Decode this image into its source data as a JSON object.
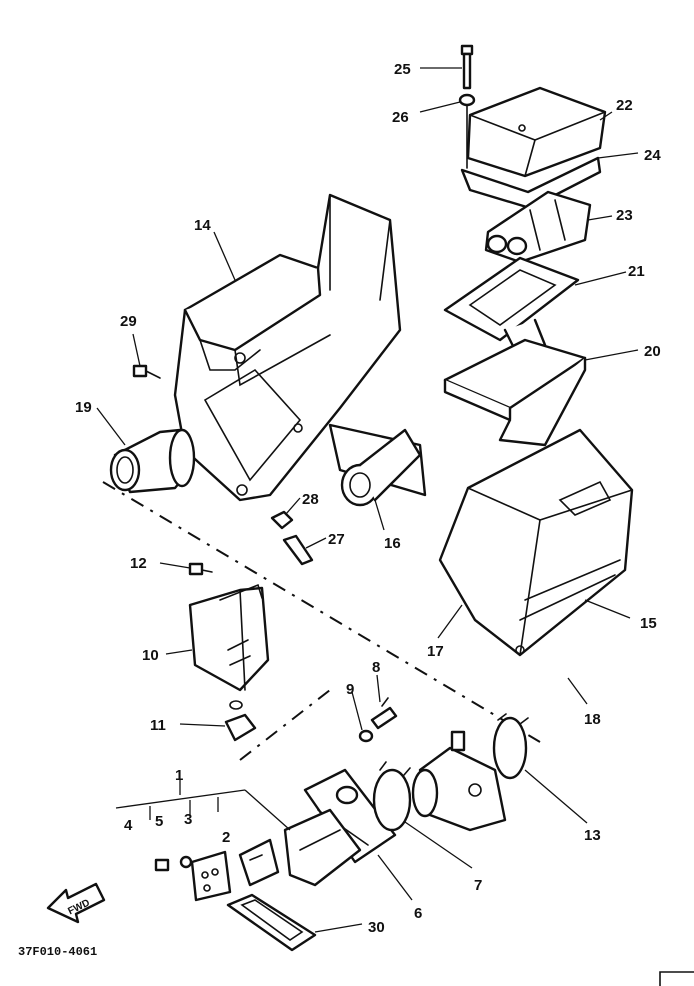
{
  "diagram": {
    "part_labels": [
      "1",
      "2",
      "3",
      "4",
      "5",
      "6",
      "7",
      "8",
      "9",
      "10",
      "11",
      "12",
      "13",
      "14",
      "15",
      "16",
      "17",
      "18",
      "19",
      "20",
      "21",
      "22",
      "23",
      "24",
      "25",
      "26",
      "27",
      "28",
      "29",
      "30"
    ],
    "fwd_label": "FWD",
    "drawing_code": "37F010-4061"
  }
}
